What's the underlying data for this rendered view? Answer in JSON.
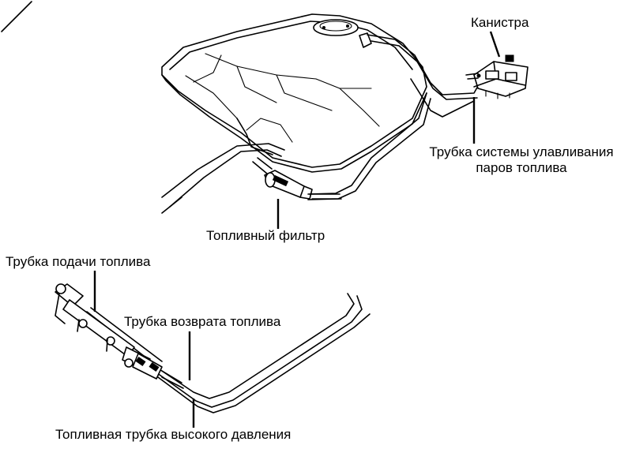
{
  "labels": {
    "canister": "Канистра",
    "vapor_line_1": "Трубка системы улавливания",
    "vapor_line_2": "паров топлива",
    "fuel_filter": "Топливный фильтр",
    "supply_line": "Трубка подачи топлива",
    "return_line": "Трубка возврата топлива",
    "high_pressure_line": "Топливная трубка высокого давления"
  }
}
